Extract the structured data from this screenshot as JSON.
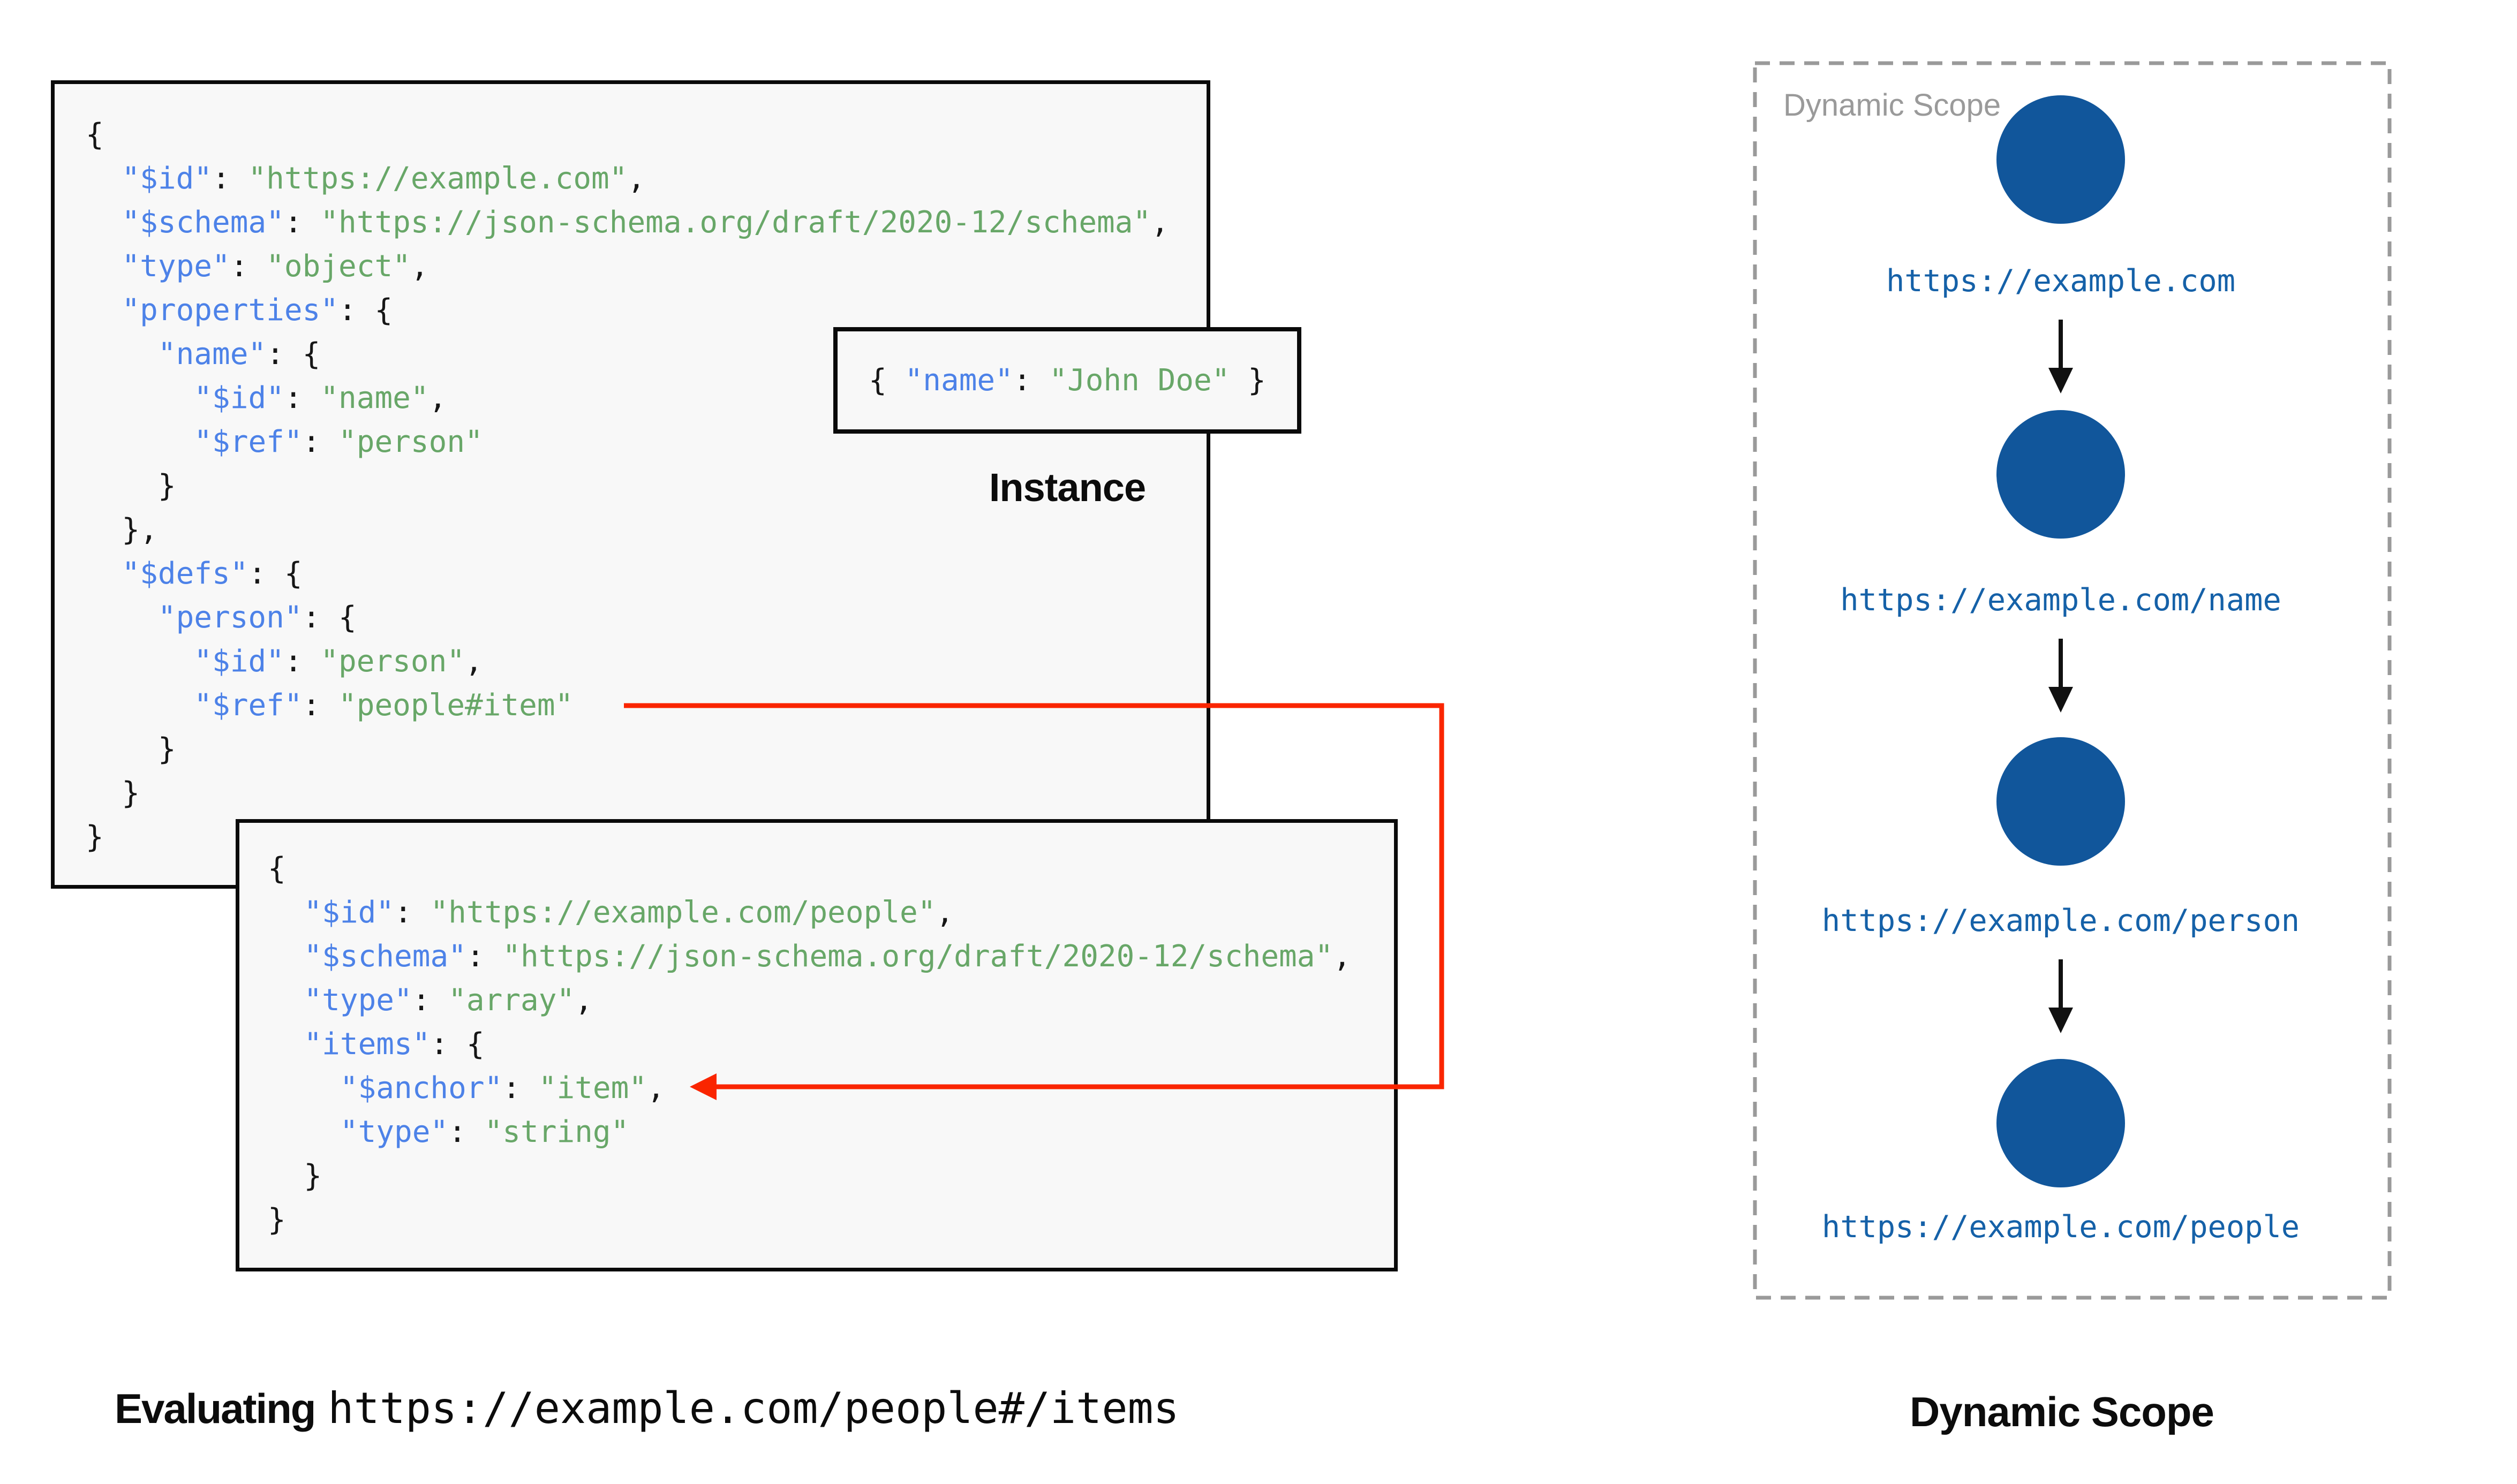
{
  "schema1": {
    "lines": [
      [
        [
          "p",
          "{"
        ]
      ],
      [
        [
          "p",
          "  "
        ],
        [
          "k",
          "\"$id\""
        ],
        [
          "p",
          ": "
        ],
        [
          "s",
          "\"https://example.com\""
        ],
        [
          "p",
          ","
        ]
      ],
      [
        [
          "p",
          "  "
        ],
        [
          "k",
          "\"$schema\""
        ],
        [
          "p",
          ": "
        ],
        [
          "s",
          "\"https://json-schema.org/draft/2020-12/schema\""
        ],
        [
          "p",
          ","
        ]
      ],
      [
        [
          "p",
          "  "
        ],
        [
          "k",
          "\"type\""
        ],
        [
          "p",
          ": "
        ],
        [
          "s",
          "\"object\""
        ],
        [
          "p",
          ","
        ]
      ],
      [
        [
          "p",
          "  "
        ],
        [
          "k",
          "\"properties\""
        ],
        [
          "p",
          ": {"
        ]
      ],
      [
        [
          "p",
          "    "
        ],
        [
          "k",
          "\"name\""
        ],
        [
          "p",
          ": {"
        ]
      ],
      [
        [
          "p",
          "      "
        ],
        [
          "k",
          "\"$id\""
        ],
        [
          "p",
          ": "
        ],
        [
          "s",
          "\"name\""
        ],
        [
          "p",
          ","
        ]
      ],
      [
        [
          "p",
          "      "
        ],
        [
          "k",
          "\"$ref\""
        ],
        [
          "p",
          ": "
        ],
        [
          "s",
          "\"person\""
        ]
      ],
      [
        [
          "p",
          "    }"
        ]
      ],
      [
        [
          "p",
          "  },"
        ]
      ],
      [
        [
          "p",
          "  "
        ],
        [
          "k",
          "\"$defs\""
        ],
        [
          "p",
          ": {"
        ]
      ],
      [
        [
          "p",
          "    "
        ],
        [
          "k",
          "\"person\""
        ],
        [
          "p",
          ": {"
        ]
      ],
      [
        [
          "p",
          "      "
        ],
        [
          "k",
          "\"$id\""
        ],
        [
          "p",
          ": "
        ],
        [
          "s",
          "\"person\""
        ],
        [
          "p",
          ","
        ]
      ],
      [
        [
          "p",
          "      "
        ],
        [
          "k",
          "\"$ref\""
        ],
        [
          "p",
          ": "
        ],
        [
          "s",
          "\"people#item\""
        ]
      ],
      [
        [
          "p",
          "    }"
        ]
      ],
      [
        [
          "p",
          "  }"
        ]
      ],
      [
        [
          "p",
          "}"
        ]
      ]
    ]
  },
  "schema2": {
    "lines": [
      [
        [
          "p",
          "{"
        ]
      ],
      [
        [
          "p",
          "  "
        ],
        [
          "k",
          "\"$id\""
        ],
        [
          "p",
          ": "
        ],
        [
          "s",
          "\"https://example.com/people\""
        ],
        [
          "p",
          ","
        ]
      ],
      [
        [
          "p",
          "  "
        ],
        [
          "k",
          "\"$schema\""
        ],
        [
          "p",
          ": "
        ],
        [
          "s",
          "\"https://json-schema.org/draft/2020-12/schema\""
        ],
        [
          "p",
          ","
        ]
      ],
      [
        [
          "p",
          "  "
        ],
        [
          "k",
          "\"type\""
        ],
        [
          "p",
          ": "
        ],
        [
          "s",
          "\"array\""
        ],
        [
          "p",
          ","
        ]
      ],
      [
        [
          "p",
          "  "
        ],
        [
          "k",
          "\"items\""
        ],
        [
          "p",
          ": {"
        ]
      ],
      [
        [
          "p",
          "    "
        ],
        [
          "k",
          "\"$anchor\""
        ],
        [
          "p",
          ": "
        ],
        [
          "s",
          "\"item\""
        ],
        [
          "p",
          ","
        ]
      ],
      [
        [
          "p",
          "    "
        ],
        [
          "k",
          "\"type\""
        ],
        [
          "p",
          ": "
        ],
        [
          "s",
          "\"string\""
        ]
      ],
      [
        [
          "p",
          "  }"
        ]
      ],
      [
        [
          "p",
          "}"
        ]
      ]
    ]
  },
  "instance": {
    "label": "Instance",
    "tokens": [
      [
        "p",
        "{ "
      ],
      [
        "k",
        "\"name\""
      ],
      [
        "p",
        ": "
      ],
      [
        "s",
        "\"John Doe\""
      ],
      [
        "p",
        " }"
      ]
    ]
  },
  "dynamic_scope": {
    "label": "Dynamic Scope",
    "nodes": [
      {
        "url": "https://example.com"
      },
      {
        "url": "https://example.com/name"
      },
      {
        "url": "https://example.com/person"
      },
      {
        "url": "https://example.com/people"
      }
    ]
  },
  "footer": {
    "evaluating_bold": "Evaluating",
    "evaluating_uri": "https://example.com/people#/items",
    "dynamic_scope_title": "Dynamic Scope"
  },
  "colors": {
    "key_blue": "#4d82e8",
    "string_green": "#68a768",
    "code_black": "#161616",
    "node_blue": "#11569b",
    "url_blue": "#1561a8",
    "arrow_red": "#fa2500",
    "scope_gray": "#9a9a9a",
    "box_bg": "#f8f8f8",
    "border_black": "#0a0a0a"
  }
}
